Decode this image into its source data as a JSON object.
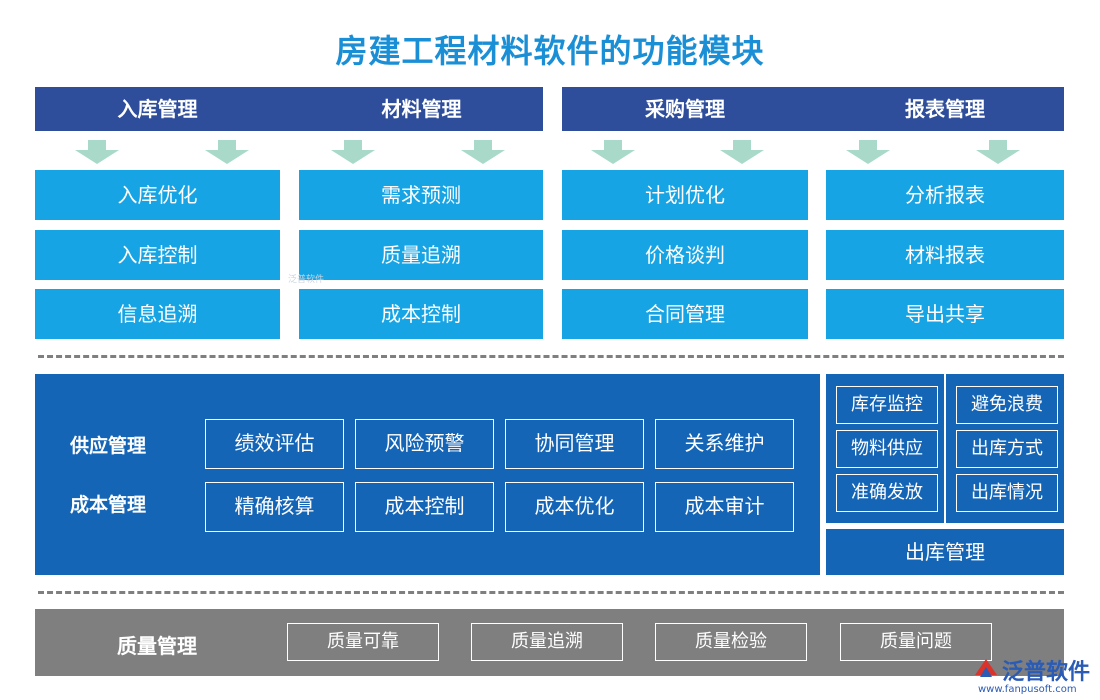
{
  "title": "房建工程材料软件的功能模块",
  "top_headers": [
    "入库管理",
    "材料管理",
    "采购管理",
    "报表管理"
  ],
  "columns": [
    [
      "入库优化",
      "入库控制",
      "信息追溯"
    ],
    [
      "需求预测",
      "质量追溯",
      "成本控制"
    ],
    [
      "计划优化",
      "价格谈判",
      "合同管理"
    ],
    [
      "分析报表",
      "材料报表",
      "导出共享"
    ]
  ],
  "middle": {
    "row_labels": [
      "供应管理",
      "成本管理"
    ],
    "row1": [
      "绩效评估",
      "风险预警",
      "协同管理",
      "关系维护"
    ],
    "row2": [
      "精确核算",
      "成本控制",
      "成本优化",
      "成本审计"
    ]
  },
  "right_panel": {
    "left_col": [
      "库存监控",
      "物料供应",
      "准确发放"
    ],
    "right_col": [
      "避免浪费",
      "出库方式",
      "出库情况"
    ],
    "footer": "出库管理"
  },
  "bottom": {
    "label": "质量管理",
    "items": [
      "质量可靠",
      "质量追溯",
      "质量检验",
      "质量问题"
    ]
  },
  "logo": {
    "name": "泛普软件",
    "url": "www.fanpusoft.com",
    "watermark": "泛普软件"
  },
  "colors": {
    "header": "#2e4d9b",
    "box": "#17a4e4",
    "big_panel": "#1565b7",
    "quality_bar": "#7f7f7f",
    "title": "#1a8fd6"
  }
}
